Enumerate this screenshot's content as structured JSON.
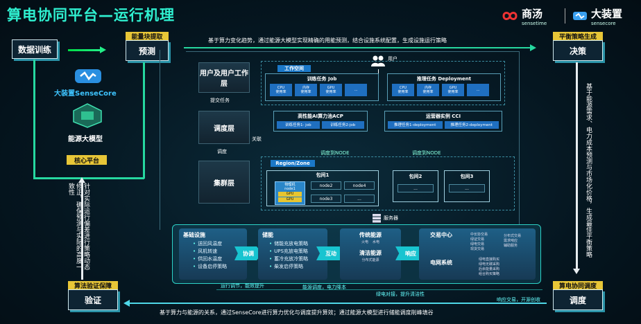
{
  "title": "算电协同平台—运行机理",
  "logos": {
    "shangtang": {
      "main": "商汤",
      "sub": "sensetime"
    },
    "dazhuangzhi": {
      "main": "大装置",
      "sub": "sensecore"
    }
  },
  "top_nodes": {
    "data_training": "数据训练",
    "prediction": "预测",
    "decision": "决策",
    "verification": "验证",
    "scheduling": "调度"
  },
  "tags": {
    "energy_fast": "能量块提取",
    "balance_strategy": "平衡策略生成",
    "algorithm_verify": "算法验证保障",
    "co_scheduling": "算电协同调度"
  },
  "top_flow_text": "基于算力变化趋势，通过能源大模型实现精确的用能预测，结合设施系统配置，生成设施运行策略",
  "bottom_flow_text": "基于算力与能源的关系，通过SenseCore进行算力优化与调度提升算效；通过能源大模型进行储能调度削峰填谷",
  "left_panel": {
    "sensecore": "大装置SenseCore",
    "energy_model": "能源大模型",
    "core_platform": "核心平台"
  },
  "left_vertical_text": "针对实际运行偏差进行策略动态修正，确保预测与实际的高度一致性",
  "right_vertical_text": "基于能源需求、电力成本预测与市场化价格，生成最佳平衡策略",
  "layers": {
    "user_work": "用户及用户工作层",
    "submit": "提交任务",
    "schedule_layer": "调度层",
    "dispatch": "调度",
    "cluster_layer": "集群层",
    "relation": "关联"
  },
  "workspace": {
    "label": "工作空间",
    "user": "用户",
    "training_job": {
      "title": "训练任务 Job",
      "cells": [
        "CPU\n使用率",
        "内存\n使用率",
        "GPU\n使用率",
        "..."
      ]
    },
    "inference": {
      "title": "推理任务 Deployment",
      "cells": [
        "CPU\n使用率",
        "内存\n使用率",
        "GPU\n使用率",
        "..."
      ]
    },
    "acp": {
      "title": "高性能AI算力池ACP",
      "cells": [
        "训练任务1- job",
        "训练任务2-job"
      ]
    },
    "cci": {
      "title": "运营器实例 CCI",
      "cells": [
        "推理任务1-deployment",
        "推理任务2-deployment"
      ]
    },
    "to_node_1": "调度到NODE",
    "to_node_2": "调度到NODE"
  },
  "region": {
    "label": "Region/Zone",
    "room1": {
      "title": "包间1",
      "node1": "物理机\nnode1",
      "gpu1": "GPU",
      "gpu2": "GPU",
      "nodes": [
        "node2",
        "node4",
        "node3",
        "..."
      ]
    },
    "room2": {
      "title": "包间2",
      "cell": "..."
    },
    "room3": {
      "title": "包间3",
      "cell": "..."
    },
    "server": "服务器"
  },
  "bottom": {
    "infra": {
      "title": "基础设施",
      "items": [
        "送回风温度",
        "风机转速",
        "供回水温度",
        "设备启停策略"
      ]
    },
    "storage": {
      "title": "储能",
      "items": [
        "储能充放电策略",
        "UPS充放电策略",
        "蓄冷充放冷策略",
        "柴发启停策略"
      ]
    },
    "traditional": {
      "title": "传统能源",
      "sub1": "火电",
      "sub2": "水电",
      "clean": "清洁能源",
      "clean_sub": "分布式能源"
    },
    "trading": {
      "title": "交易中心",
      "col1": [
        "中长协交易",
        "绿证交易",
        "绿电交易",
        "现货交易"
      ],
      "col2": [
        "分布式交易",
        "需求响应",
        "辅助服务"
      ],
      "grid": "电网系统",
      "col3": [
        "绿电直接购买",
        "绿电无碳采购",
        "后余能量采购",
        "组合购买策略"
      ]
    },
    "connectors": [
      "协调",
      "互动",
      "响应"
    ],
    "flows": [
      "运行调节，能效提升",
      "能源调度，电力降本",
      "绿电对接，提升清洁性",
      "响应交易，开源创收"
    ]
  },
  "colors": {
    "accent": "#2ff0d0",
    "tag": "#e8c637",
    "line": "#26d8a0"
  }
}
